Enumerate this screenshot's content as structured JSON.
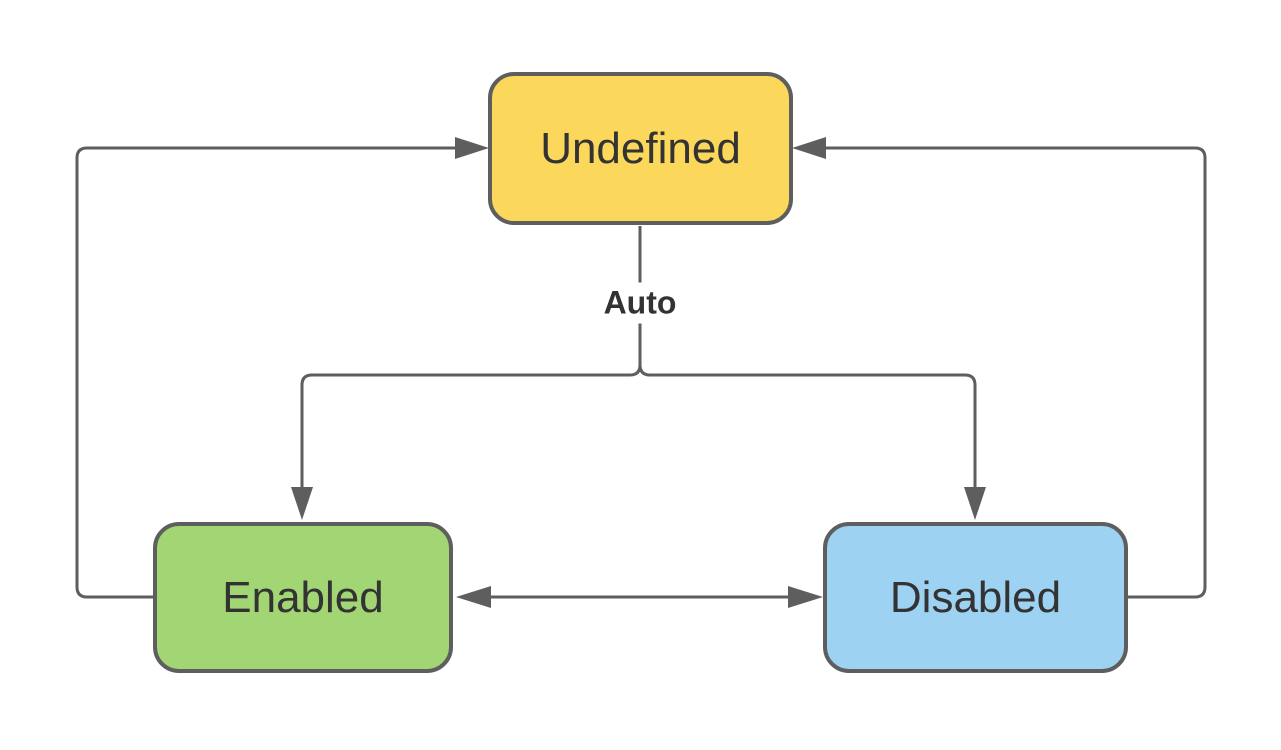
{
  "diagram": {
    "type": "state-diagram",
    "background_color": "#ffffff",
    "stroke_color": "#5e5e5e",
    "text_color": "#333333",
    "nodes": [
      {
        "id": "undefined",
        "label": "Undefined",
        "fill": "#FBD75C"
      },
      {
        "id": "enabled",
        "label": "Enabled",
        "fill": "#A2D674"
      },
      {
        "id": "disabled",
        "label": "Disabled",
        "fill": "#9DD2F2"
      }
    ],
    "edges": [
      {
        "id": "enabled-to-undefined",
        "from": "Enabled",
        "to": "Undefined",
        "label": "",
        "route": "left-loop"
      },
      {
        "id": "disabled-to-undefined",
        "from": "Disabled",
        "to": "Undefined",
        "label": "",
        "route": "right-loop"
      },
      {
        "id": "undefined-auto-branch",
        "from": "Undefined",
        "to": "Enabled / Disabled",
        "label": "Auto",
        "route": "branch-down"
      },
      {
        "id": "enabled-disabled-bidirectional",
        "from": "Enabled",
        "to": "Disabled",
        "label": "",
        "bidirectional": true,
        "route": "horizontal"
      }
    ]
  }
}
